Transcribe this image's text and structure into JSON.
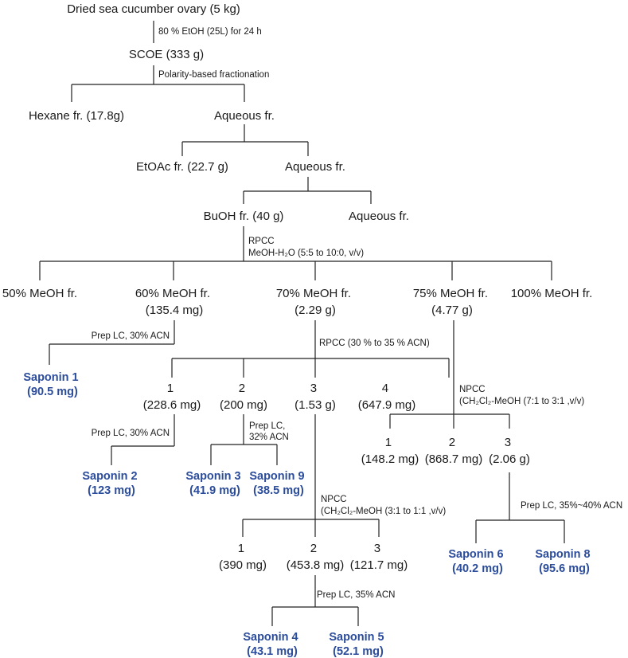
{
  "nodes": {
    "ovary": "Dried sea cucumber ovary (5 kg)",
    "scoe": "SCOE (333 g)",
    "hexane": "Hexane fr. (17.8g)",
    "aqueous1": "Aqueous fr.",
    "etoac": "EtOAc fr. (22.7 g)",
    "aqueous2": "Aqueous fr.",
    "buoh": "BuOH fr. (40 g)",
    "aqueous3": "Aqueous fr.",
    "meoh50": "50% MeOH fr.",
    "meoh60": [
      "60% MeOH fr.",
      "(135.4 mg)"
    ],
    "meoh70": [
      "70% MeOH fr.",
      "(2.29 g)"
    ],
    "meoh75": [
      "75% MeOH fr.",
      "(4.77 g)"
    ],
    "meoh100": "100% MeOH fr.",
    "f70_1": [
      "1",
      "(228.6 mg)"
    ],
    "f70_2": [
      "2",
      "(200 mg)"
    ],
    "f70_3": [
      "3",
      "(1.53 g)"
    ],
    "f70_4": [
      "4",
      "(647.9 mg)"
    ],
    "f75_1": [
      "1",
      "(148.2 mg)"
    ],
    "f75_2": [
      "2",
      "(868.7 mg)"
    ],
    "f75_3": [
      "3",
      "(2.06 g)"
    ],
    "f3_1": [
      "1",
      "(390 mg)"
    ],
    "f3_2": [
      "2",
      "(453.8 mg)"
    ],
    "f3_3": [
      "3",
      "(121.7 mg)"
    ]
  },
  "steps": {
    "etoh": "80 % EtOH (25L) for 24 h",
    "polarity": "Polarity-based fractionation",
    "rpcc1": [
      "RPCC",
      "MeOH-H₂O (5:5 to 10:0, v/v)"
    ],
    "prep60": "Prep LC, 30% ACN",
    "rpcc70": "RPCC (30 % to 35 % ACN)",
    "npcc75": [
      "NPCC",
      "(CH₂Cl₂-MeOH (7:1 to 3:1 ,v/v)"
    ],
    "prep_f1": "Prep LC, 30% ACN",
    "prep_f2": [
      "Prep LC,",
      "32% ACN"
    ],
    "npcc3": [
      "NPCC",
      "(CH₂Cl₂-MeOH (3:1 to 1:1 ,v/v)"
    ],
    "prep75_3": "Prep LC, 35%~40% ACN",
    "prep3_2": "Prep LC, 35% ACN"
  },
  "saponins": {
    "s1": [
      "Saponin 1",
      "(90.5 mg)"
    ],
    "s2": [
      "Saponin 2",
      "(123 mg)"
    ],
    "s3": [
      "Saponin 3",
      "(41.9 mg)"
    ],
    "s9": [
      "Saponin 9",
      "(38.5 mg)"
    ],
    "s6": [
      "Saponin 6",
      "(40.2 mg)"
    ],
    "s8": [
      "Saponin 8",
      "(95.6 mg)"
    ],
    "s4": [
      "Saponin 4",
      "(43.1 mg)"
    ],
    "s5": [
      "Saponin 5",
      "(52.1 mg)"
    ]
  },
  "colors": {
    "saponin_text": "#2b4c9b",
    "line": "#222222"
  }
}
